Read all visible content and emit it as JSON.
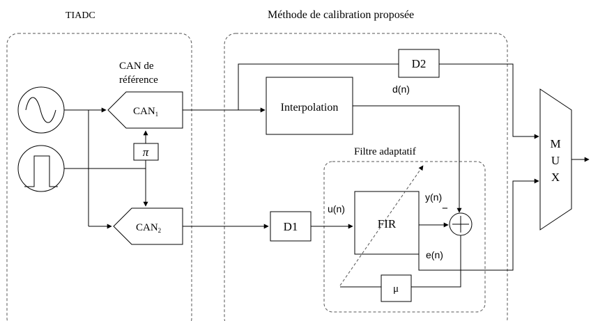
{
  "titles": {
    "left_group": "TIADC",
    "right_group": "Méthode de calibration proposée",
    "adaptive_filter": "Filtre adaptatif"
  },
  "labels": {
    "can_reference_line1": "CAN de",
    "can_reference_line2": "référence",
    "d_n": "d(n)",
    "u_n": "u(n)",
    "y_n": "y(n)",
    "e_n": "e(n)",
    "minus": "−"
  },
  "blocks": {
    "can1_main": "CAN",
    "can1_sub": "1",
    "can2_main": "CAN",
    "can2_sub": "2",
    "pi": "π",
    "interpolation": "Interpolation",
    "d1": "D1",
    "d2": "D2",
    "fir": "FIR",
    "mu": "μ",
    "mux": [
      "M",
      "U",
      "X"
    ]
  }
}
